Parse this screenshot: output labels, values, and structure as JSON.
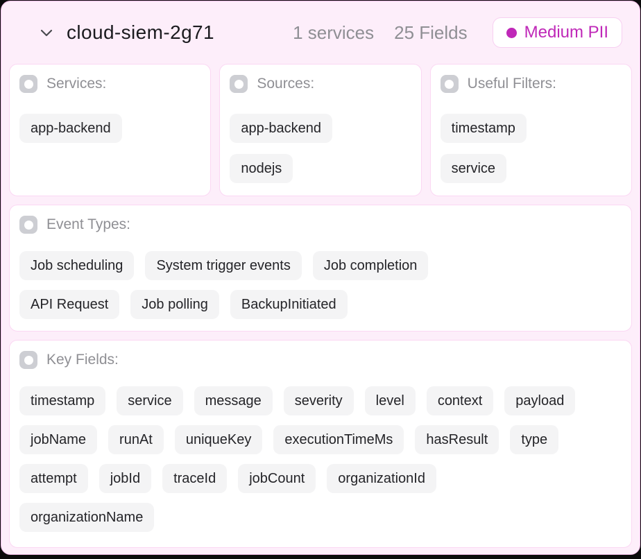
{
  "header": {
    "title": "cloud-siem-2g71",
    "services_count": "1 services",
    "fields_count": "25 Fields",
    "pii_badge": {
      "label": "Medium PII"
    }
  },
  "panels": {
    "services": {
      "label": "Services:",
      "tags": [
        "app-backend"
      ]
    },
    "sources": {
      "label": "Sources:",
      "tags": [
        "app-backend",
        "nodejs"
      ]
    },
    "useful_filters": {
      "label": "Useful Filters:",
      "tags": [
        "timestamp",
        "service"
      ]
    },
    "event_types": {
      "label": "Event Types:",
      "tags": [
        "Job scheduling",
        "System trigger events",
        "Job completion",
        "API Request",
        "Job polling",
        "BackupInitiated"
      ]
    },
    "key_fields": {
      "label": "Key Fields:",
      "tags": [
        "timestamp",
        "service",
        "message",
        "severity",
        "level",
        "context",
        "payload",
        "jobName",
        "runAt",
        "uniqueKey",
        "executionTimeMs",
        "hasResult",
        "type",
        "attempt",
        "jobId",
        "traceId",
        "jobCount",
        "organizationId",
        "organizationName"
      ]
    }
  },
  "icons": {
    "collapse": "chevron-down",
    "pii_dot": "dot"
  },
  "colors": {
    "accent_pii": "#bf28b8",
    "card_bg": "#fdeefa",
    "card_border": "#f2bce7",
    "panel_border": "#fbd7f3",
    "tag_bg": "#f4f4f5",
    "muted_text": "#8f8f94"
  }
}
